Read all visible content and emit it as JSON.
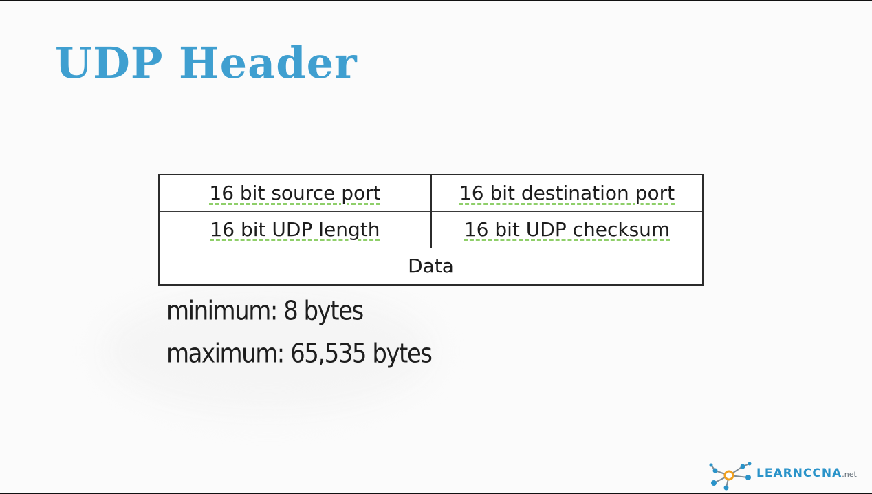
{
  "slide": {
    "title": "UDP Header",
    "title_color": "#3f9fd0"
  },
  "header_table": {
    "rows": [
      [
        "16 bit source port",
        "16 bit destination port"
      ],
      [
        "16 bit UDP length",
        "16 bit UDP checksum"
      ]
    ],
    "data_row": "Data",
    "underline_color": "#8fcf6a"
  },
  "notes": {
    "minimum": "minimum: 8 bytes",
    "maximum": "maximum: 65,535 bytes"
  },
  "logo": {
    "text": "LEARNCCNA",
    "suffix": ".net",
    "icon": "network-nodes-icon",
    "text_color": "#2a93c9"
  }
}
